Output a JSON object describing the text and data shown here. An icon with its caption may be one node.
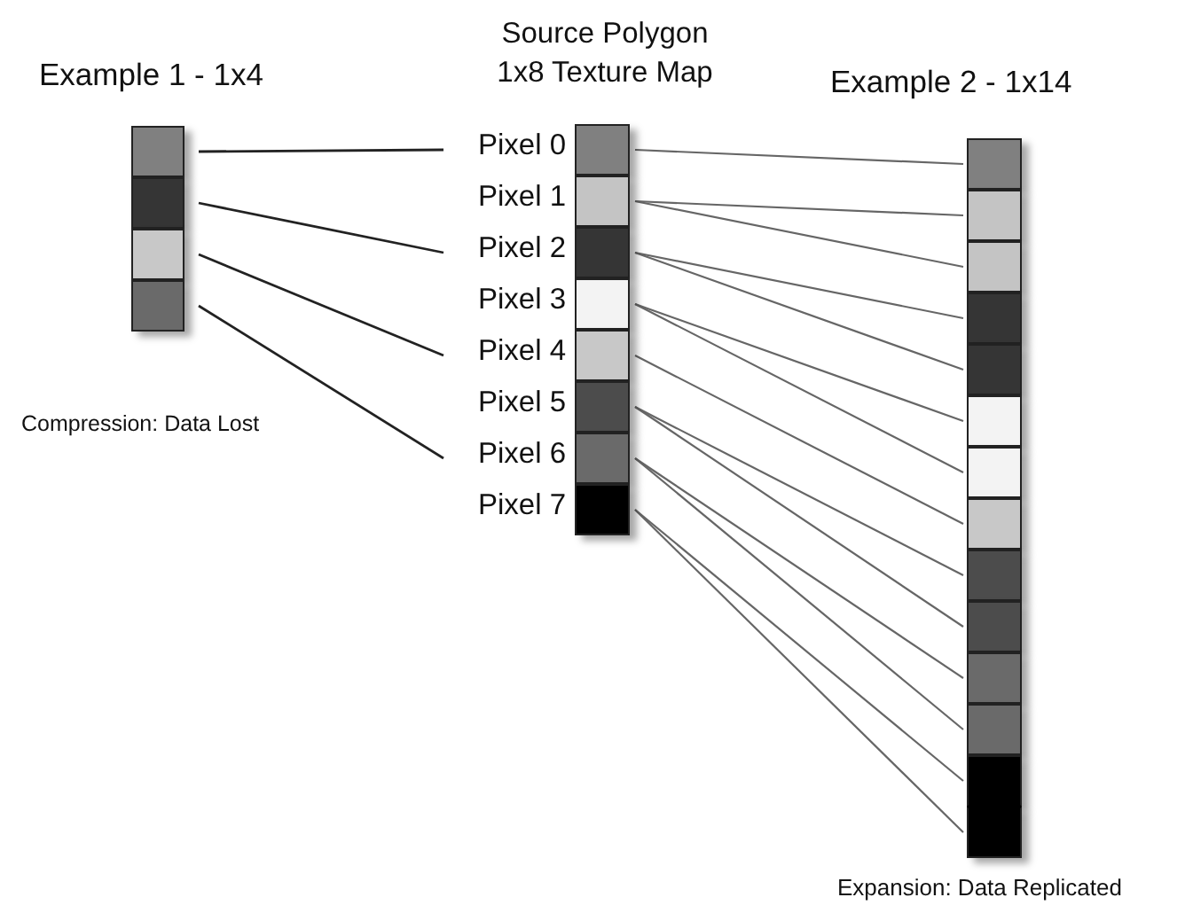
{
  "diagram": {
    "nodes": [
      {
        "text": [],
        "shape": "box"
      },
      {
        "text": [],
        "shape": "box"
      },
      {
        "text": [],
        "shape": "box"
      },
      {
        "text": [],
        "shape": "box"
      },
      {
        "text": [
          "Pixel 0"
        ]
      },
      {
        "text": [
          "Pixel 1"
        ]
      },
      {
        "text": [
          "Pixel 2"
        ]
      },
      {
        "text": [
          "Pixel 3"
        ]
      },
      {
        "text": [
          "Pixel 4"
        ]
      },
      {
        "text": [
          "Pixel 5"
        ]
      },
      {
        "text": [
          "Pixel 6"
        ]
      },
      {
        "text": [
          "Pixel 7"
        ]
      },
      {
        "text": [],
        "shape": "box"
      },
      {
        "text": [],
        "shape": "box"
      },
      {
        "text": [],
        "shape": "box"
      },
      {
        "text": [],
        "shape": "box"
      },
      {
        "text": [],
        "shape": "box"
      },
      {
        "text": [],
        "shape": "box"
      },
      {
        "text": [],
        "shape": "box"
      },
      {
        "text": [],
        "shape": "box"
      },
      {
        "text": [],
        "shape": "box"
      },
      {
        "text": [],
        "shape": "box"
      },
      {
        "text": [],
        "shape": "box"
      },
      {
        "text": [],
        "shape": "box"
      },
      {
        "text": [],
        "shape": "box"
      },
      {
        "text": [],
        "shape": "box"
      }
    ],
    "edges": [
      {
        "from": 0,
        "to": 4,
        "arrow": "none"
      },
      {
        "from": 1,
        "to": 6,
        "arrow": "none"
      },
      {
        "from": 2,
        "to": 8,
        "arrow": "none"
      },
      {
        "from": 3,
        "to": 10,
        "arrow": "none"
      },
      {
        "from": 4,
        "to": 12,
        "arrow": "none"
      },
      {
        "from": 5,
        "to": 13,
        "arrow": "none"
      },
      {
        "from": 5,
        "to": 14,
        "arrow": "none"
      },
      {
        "from": 6,
        "to": 15,
        "arrow": "none"
      },
      {
        "from": 6,
        "to": 16,
        "arrow": "none"
      },
      {
        "from": 7,
        "to": 17,
        "arrow": "none"
      },
      {
        "from": 7,
        "to": 18,
        "arrow": "none"
      },
      {
        "from": 8,
        "to": 19,
        "arrow": "none"
      },
      {
        "from": 9,
        "to": 20,
        "arrow": "none"
      },
      {
        "from": 9,
        "to": 21,
        "arrow": "none"
      },
      {
        "from": 10,
        "to": 22,
        "arrow": "none"
      },
      {
        "from": 10,
        "to": 23,
        "arrow": "none"
      },
      {
        "from": 11,
        "to": 24,
        "arrow": "none"
      },
      {
        "from": 11,
        "to": 25,
        "arrow": "none"
      }
    ],
    "labels": [
      "Example 1 - 1x4",
      "Source Polygon 1x8 Texture Map",
      "Example 2 - 1x14",
      "Compression: Data Lost",
      "Expansion: Data Replicated"
    ]
  }
}
